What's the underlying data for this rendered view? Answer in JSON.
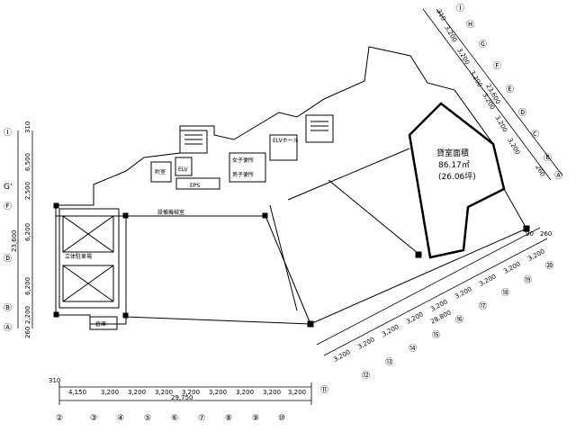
{
  "leased_area": {
    "title": "貸室面積",
    "sqm": "86.17㎡",
    "tsubo": "(26.06坪)"
  },
  "rooms": {
    "parking": "立体駐車場",
    "eps": "EPS",
    "elv": "ELV",
    "elv_hall": "ELVホール",
    "warehouse": "倉庫",
    "annex": "附室",
    "equipment": "設備機械室",
    "mens_wc": "男子便所",
    "womens_wc": "女子便所"
  },
  "bottom_dims": {
    "segments": [
      "4,150",
      "3,200",
      "3,200",
      "3,200",
      "3,200",
      "3,200",
      "3,200",
      "3,200",
      "3,200"
    ],
    "total": "29,750",
    "offset": "310",
    "axes": [
      "②",
      "③",
      "④",
      "⑤",
      "⑥",
      "⑦",
      "⑧",
      "⑨",
      "⑩"
    ]
  },
  "left_dims": {
    "segments": [
      "310",
      "6,500",
      "2,500",
      "6,200",
      "6,200",
      "2,200"
    ],
    "total": "23,600",
    "offset": "260",
    "axes": [
      "Ⓘ",
      "G'",
      "Ⓕ",
      "Ⓓ",
      "Ⓑ",
      "Ⓐ"
    ]
  },
  "diag_dims": {
    "segments": [
      "3,200",
      "3,200",
      "3,200",
      "3,200",
      "3,200",
      "3,200",
      "3,200",
      "3,200",
      "3,200"
    ],
    "total": "28,800",
    "offset": "90",
    "end": "260",
    "axes": [
      "⑪",
      "⑫",
      "⑬",
      "⑭",
      "⑮",
      "⑯",
      "⑰",
      "⑱",
      "⑲",
      "⑳"
    ]
  },
  "ur_dims": {
    "segments": [
      "310",
      "3,200",
      "3,200",
      "3,200",
      "3,200",
      "3,200",
      "3,200"
    ],
    "total": "23,600",
    "offset": "260",
    "axes": [
      "Ⓘ",
      "Ⓗ",
      "Ⓖ",
      "Ⓕ",
      "Ⓔ",
      "Ⓓ",
      "Ⓒ",
      "Ⓑ",
      "Ⓐ"
    ]
  }
}
